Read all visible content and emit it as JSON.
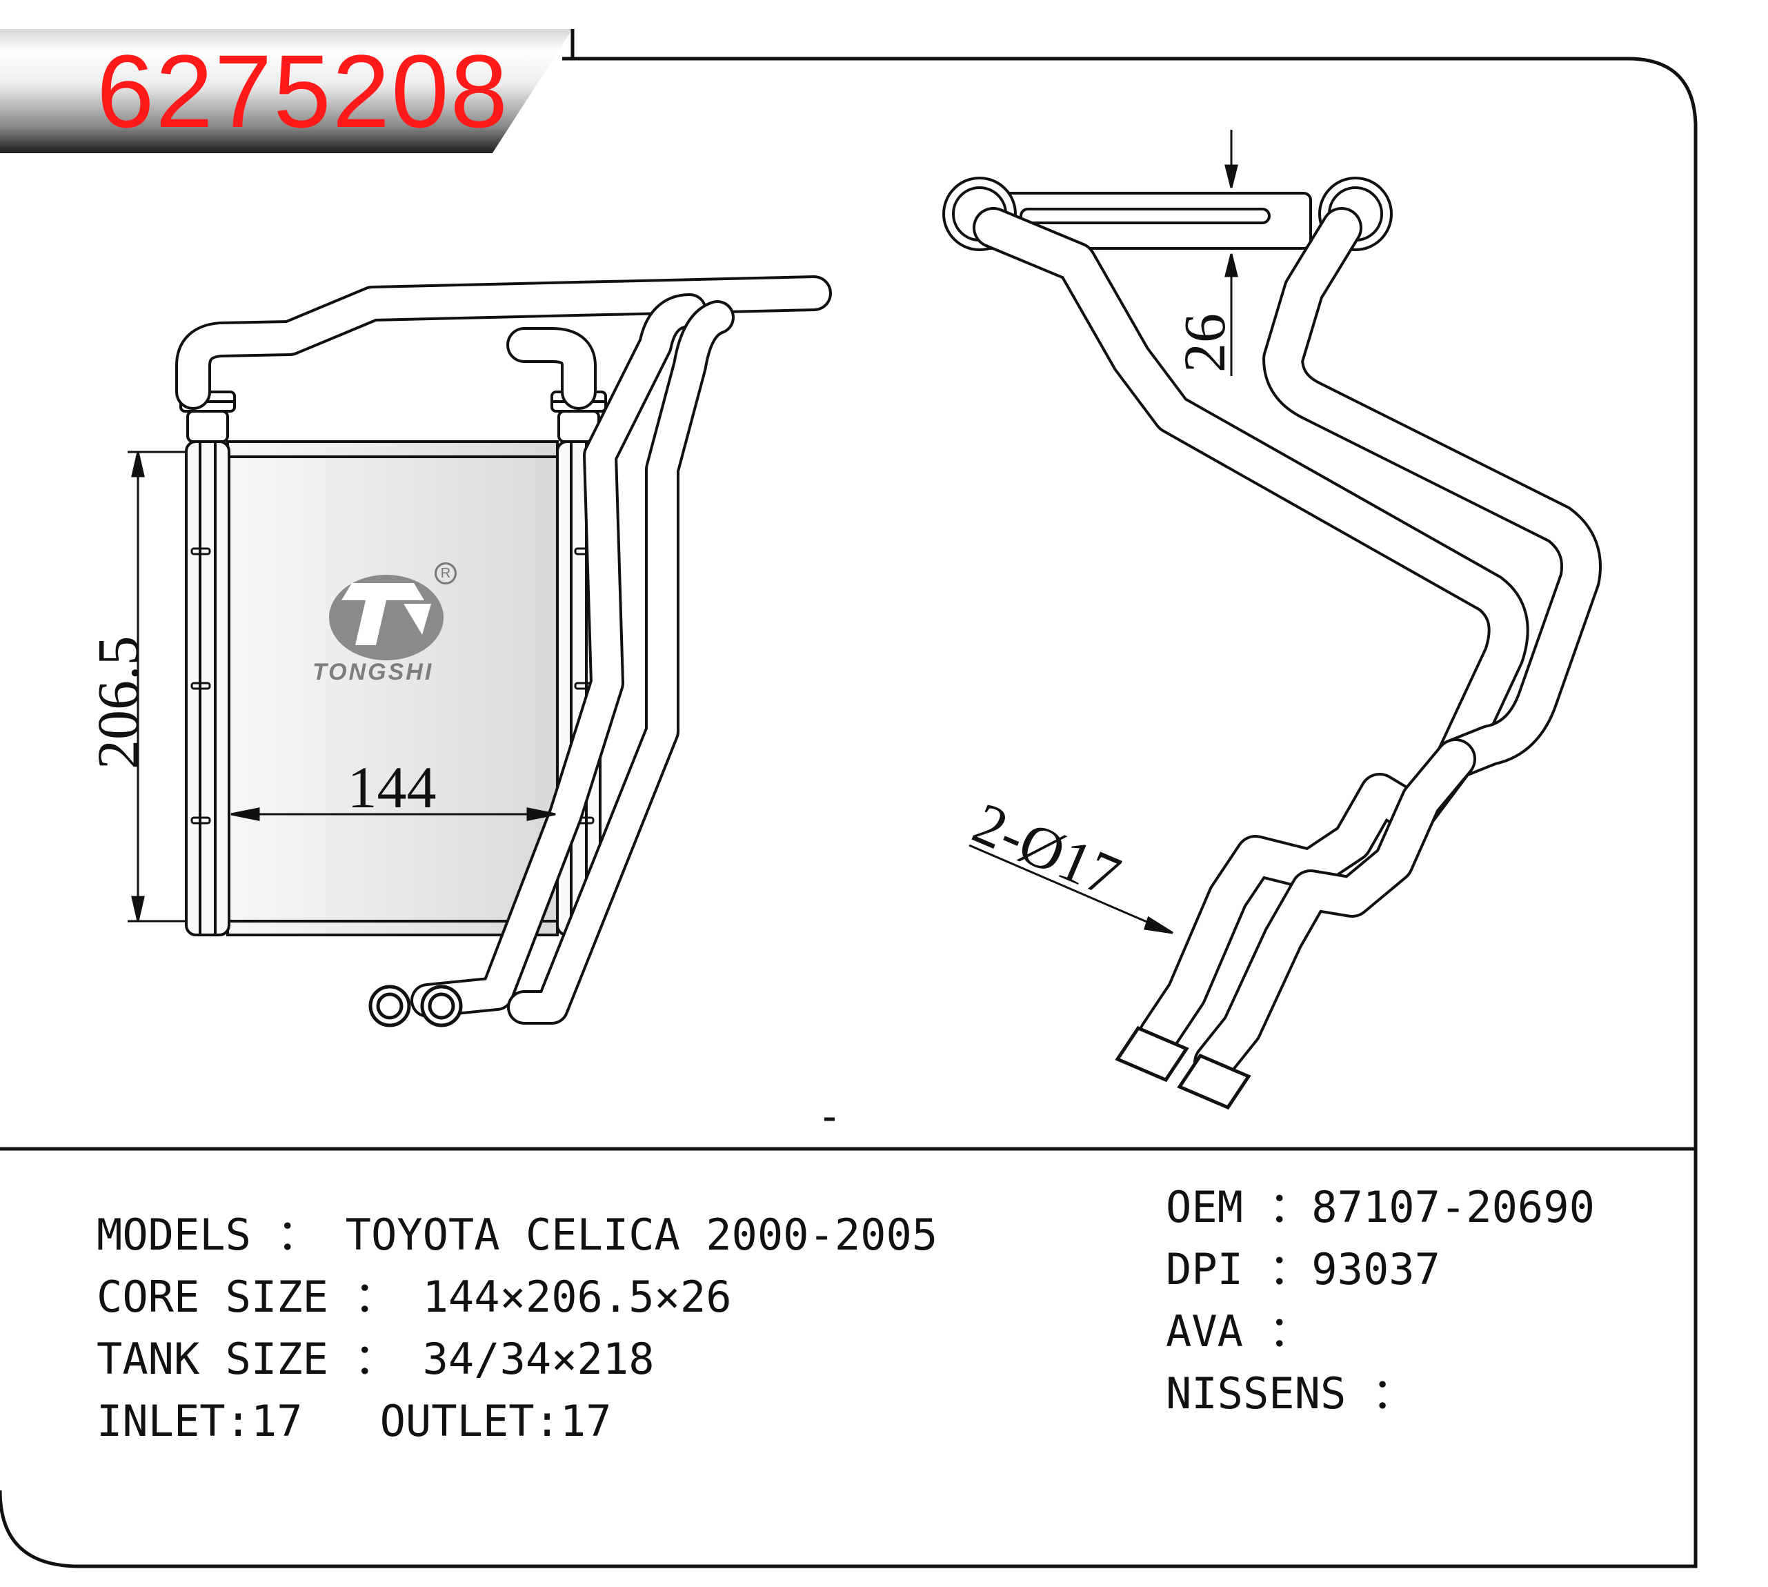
{
  "header": {
    "part_number": "6275208"
  },
  "brand": {
    "name": "TONGSHI",
    "registered_mark": "R"
  },
  "dimensions": {
    "height_label": "206.5",
    "width_label": "144",
    "thickness_label": "26",
    "pipe_label": "2-Ø17"
  },
  "specs_left": {
    "models": "MODELS ： TOYOTA CELICA 2000-2005",
    "core_size": "CORE SIZE ： 144×206.5×26",
    "tank_size": "TANK SIZE ： 34/34×218",
    "inlet_outlet": "INLET:17   OUTLET:17"
  },
  "specs_right": {
    "oem": "OEM ：87107-20690",
    "dpi": "DPI ：93037",
    "ava": "AVA ：",
    "nissens": "NISSENS ："
  },
  "colors": {
    "part_number": "#ff1a1a",
    "line": "#111111",
    "logo": "#8a8a8a"
  }
}
